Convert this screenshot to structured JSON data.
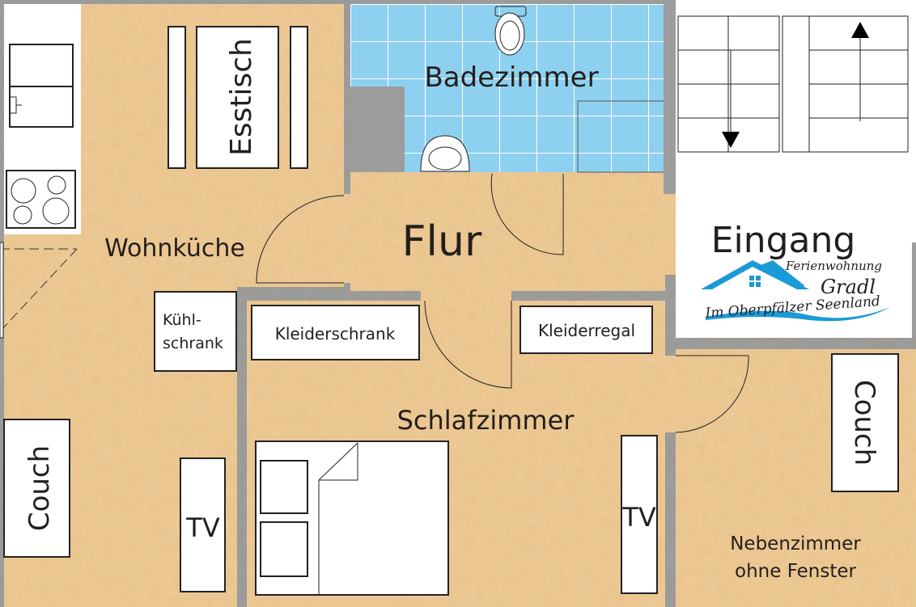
{
  "rooms": {
    "wohnkueche": "Wohnküche",
    "badezimmer": "Badezimmer",
    "flur": "Flur",
    "eingang": "Eingang",
    "schlafzimmer": "Schlafzimmer",
    "nebenzimmer_line1": "Nebenzimmer",
    "nebenzimmer_line2": "ohne Fenster"
  },
  "furniture": {
    "esstisch": "Esstisch",
    "kuehlschrank_line1": "Kühl-",
    "kuehlschrank_line2": "schrank",
    "kleiderschrank": "Kleiderschrank",
    "kleiderregal": "Kleiderregal",
    "couch_left": "Couch",
    "couch_right": "Couch",
    "tv_left": "TV",
    "tv_right": "TV"
  },
  "logo": {
    "line1": "Ferienwohnung",
    "line2": "Gradl",
    "line3": "Im Oberpfälzer Seenland"
  },
  "colors": {
    "wall": "#9d9d9d",
    "floor": "#ecc995",
    "tile": "#8ed0f0",
    "logo_blue": "#1a9ad6"
  }
}
